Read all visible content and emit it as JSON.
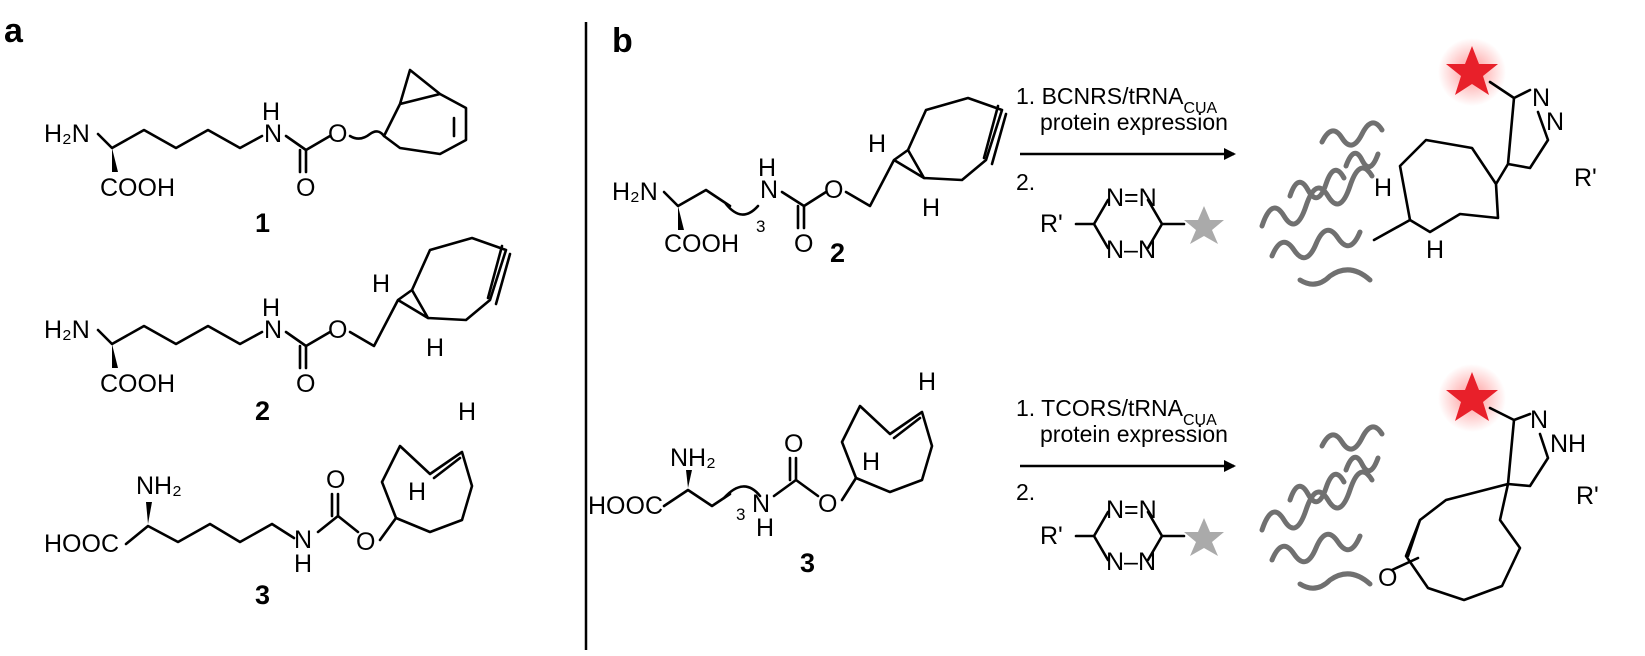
{
  "panels": {
    "a": "a",
    "b": "b"
  },
  "labels": {
    "H2N": "H₂N",
    "NH2": "NH₂",
    "COOH": "COOH",
    "HOOC": "HOOC",
    "N": "N",
    "H": "H",
    "O": "O",
    "NH": "NH",
    "R": "R'",
    "sub3": "3",
    "NN": "N=N",
    "NN2": "N–N"
  },
  "compounds": {
    "c1": "1",
    "c2": "2",
    "c3": "3"
  },
  "reactions": [
    {
      "step1": "1. BCNRS/tRNA",
      "step1_sub": "CUA",
      "step1b": "protein expression",
      "step2": "2."
    },
    {
      "step1": "1. TCORS/tRNA",
      "step1_sub": "CUA",
      "step1b": "protein expression",
      "step2": "2."
    }
  ],
  "colors": {
    "star_product": "#e8202a",
    "star_reagent": "#aaaaaa",
    "protein": "#707070"
  }
}
